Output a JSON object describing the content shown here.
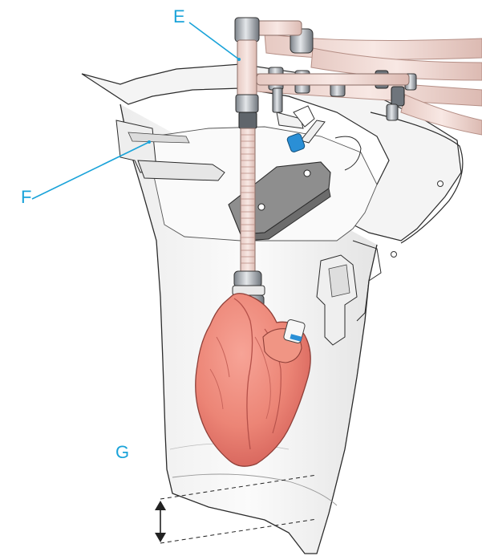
{
  "labels": {
    "e": "E",
    "f": "F",
    "g": "G"
  },
  "colors": {
    "callout": "#1aa3d9",
    "heart": "#ef8a7e",
    "heart_shadow": "#d8655b",
    "tube": "#f2dcd6",
    "metal": "#9aa0a6",
    "outline": "#2b2b2b",
    "container": "#f7f7f7",
    "valve_blue": "#2a8fd6"
  },
  "icons": {
    "height_arrow": "double-headed-vertical-arrow"
  }
}
